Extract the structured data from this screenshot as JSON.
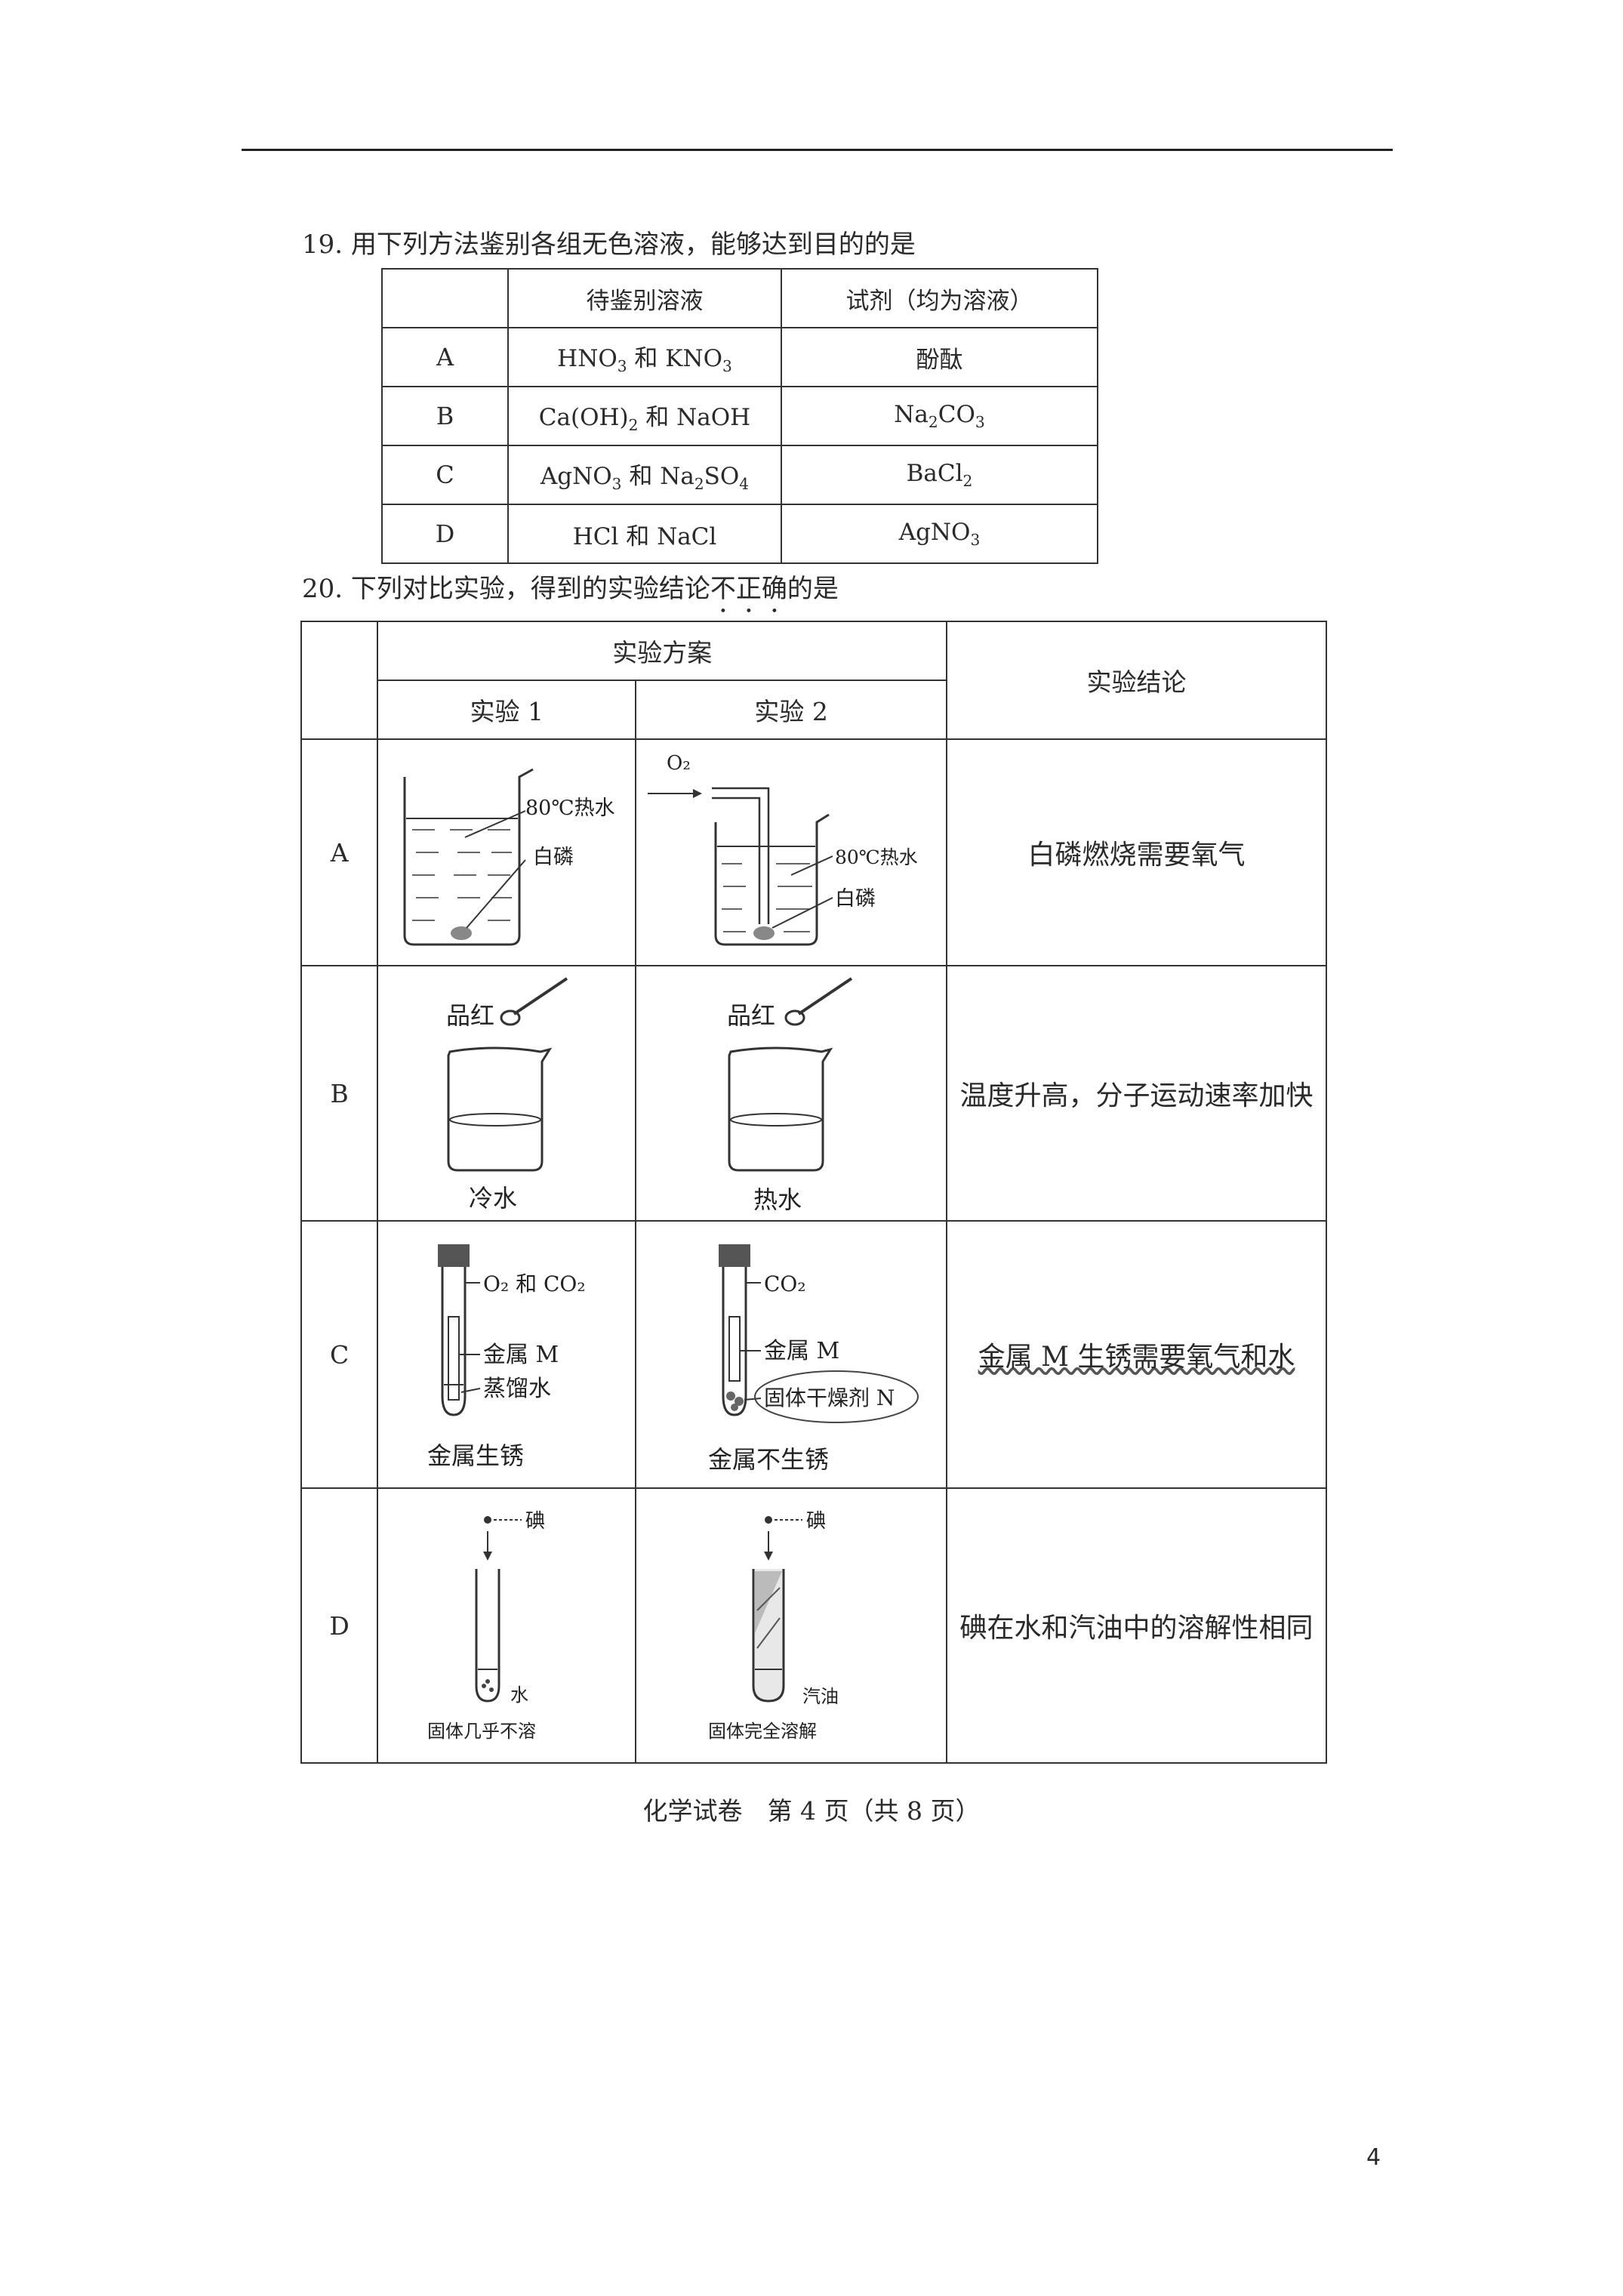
{
  "q19": {
    "number": "19.",
    "stem": "用下列方法鉴别各组无色溶液，能够达到目的的是",
    "headers": [
      "",
      "待鉴别溶液",
      "试剂（均为溶液）"
    ],
    "rows": [
      {
        "option": "A",
        "solution_html": "HNO<sub>3</sub> 和 KNO<sub>3</sub>",
        "reagent": "酚酞"
      },
      {
        "option": "B",
        "solution_html": "Ca(OH)<sub>2</sub> 和 NaOH",
        "reagent_html": "Na<sub>2</sub>CO<sub>3</sub>"
      },
      {
        "option": "C",
        "solution_html": "AgNO<sub>3</sub> 和 Na<sub>2</sub>SO<sub>4</sub>",
        "reagent_html": "BaCl<sub>2</sub>"
      },
      {
        "option": "D",
        "solution_html": "HCl 和 NaCl",
        "reagent_html": "AgNO<sub>3</sub>"
      }
    ]
  },
  "q20": {
    "number": "20.",
    "stem_before": "下列对比实验，得到的实验结论",
    "stem_emph": "不正确",
    "stem_after": "的是",
    "header_plan": "实验方案",
    "header_exp1": "实验 1",
    "header_exp2": "实验 2",
    "header_conclusion": "实验结论",
    "rows": [
      {
        "option": "A",
        "conclusion": "白磷燃烧需要氧气",
        "exp1": {
          "label_water": "80℃热水",
          "label_p": "白磷"
        },
        "exp2": {
          "label_o2": "O₂",
          "label_water": "80℃热水",
          "label_p": "白磷"
        }
      },
      {
        "option": "B",
        "conclusion": "温度升高，分子运动速率加快",
        "exp1": {
          "label_dye": "品红",
          "label_water": "冷水"
        },
        "exp2": {
          "label_dye": "品红",
          "label_water": "热水"
        }
      },
      {
        "option": "C",
        "conclusion": "金属 M 生锈需要氧气和水",
        "exp1": {
          "label_gas": "O₂ 和 CO₂",
          "label_metal": "金属 M",
          "label_water": "蒸馏水",
          "result": "金属生锈"
        },
        "exp2": {
          "label_gas": "CO₂",
          "label_metal": "金属 M",
          "label_dry": "固体干燥剂 N",
          "result": "金属不生锈"
        }
      },
      {
        "option": "D",
        "conclusion": "碘在水和汽油中的溶解性相同",
        "exp1": {
          "label_iodine": "碘",
          "label_liquid": "水",
          "result": "固体几乎不溶"
        },
        "exp2": {
          "label_iodine": "碘",
          "label_liquid": "汽油",
          "result": "固体完全溶解"
        }
      }
    ]
  },
  "footer": "化学试卷　第 4 页（共 8 页）",
  "page_number": "4"
}
